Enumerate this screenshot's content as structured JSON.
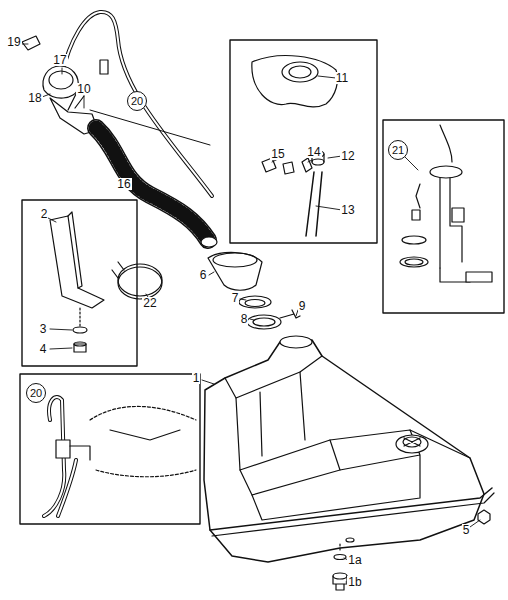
{
  "diagram": {
    "nodes": [
      {
        "text": [
          "20"
        ]
      },
      {
        "text": [
          "21"
        ]
      },
      {
        "text": [
          "20"
        ]
      }
    ],
    "labels": [
      "19",
      "17",
      "18",
      "10",
      "16",
      "11",
      "15",
      "14",
      "12",
      "13",
      "2",
      "3",
      "4",
      "22",
      "6",
      "7",
      "9",
      "8",
      "1",
      "5",
      "1a",
      "1b"
    ]
  }
}
